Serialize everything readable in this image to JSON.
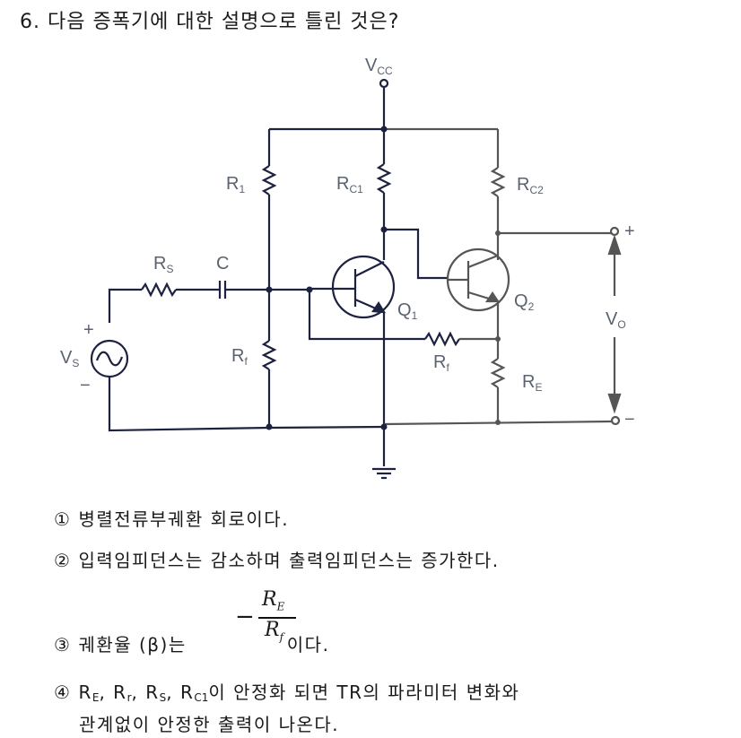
{
  "question": {
    "number": "6.",
    "text": "6. 다음 증폭기에 대한 설명으로 틀린 것은?"
  },
  "circuit": {
    "labels": {
      "vcc": "V",
      "vcc_sub": "CC",
      "r1": "R",
      "r1_sub": "1",
      "rc1": "R",
      "rc1_sub": "C1",
      "rc2": "R",
      "rc2_sub": "C2",
      "rs": "R",
      "rs_sub": "S",
      "c": "C",
      "vs": "V",
      "vs_sub": "S",
      "vs_plus": "+",
      "vs_minus": "−",
      "r2": "R",
      "r2_sub": "f",
      "q1": "Q",
      "q1_sub": "1",
      "q2": "Q",
      "q2_sub": "2",
      "rf": "R",
      "rf_sub": "f",
      "re": "R",
      "re_sub": "E",
      "vo": "V",
      "vo_sub": "O",
      "out_plus": "+",
      "out_minus": "−"
    },
    "colors": {
      "wire_dark": "#1c2240",
      "wire_gray": "#555555",
      "label": "#5a6270"
    }
  },
  "choices": [
    {
      "num": "①",
      "text": "병렬전류부궤환 회로이다."
    },
    {
      "num": "②",
      "text": "입력임피던스는 감소하며 출력임피던스는 증가한다."
    },
    {
      "num": "③",
      "text_before": "궤환율 (β)는",
      "formula": {
        "sign": "−",
        "numerator": "R",
        "numerator_sub": "E",
        "denominator": "R",
        "denominator_sub": "f"
      },
      "text_after": "이다."
    },
    {
      "num": "④",
      "line1_parts": [
        "R",
        "E",
        ", R",
        "r",
        ", R",
        "S",
        ", R",
        "C1",
        "이 안정화 되면 TR의 파라미터 변화와"
      ],
      "line2": "관계없이 안정한 출력이 나온다."
    }
  ]
}
